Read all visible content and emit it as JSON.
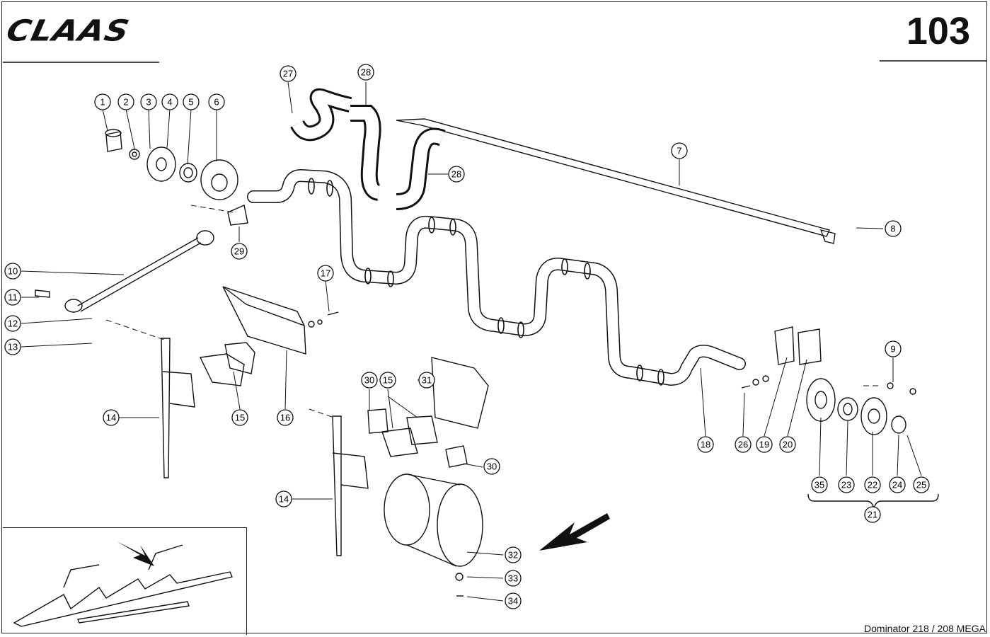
{
  "header": {
    "brand": "CLAAS",
    "page_number": "103"
  },
  "footer": {
    "model": "Dominator 218 / 208 MEGA"
  },
  "callouts": [
    "1",
    "2",
    "3",
    "4",
    "5",
    "6",
    "7",
    "8",
    "9",
    "10",
    "11",
    "12",
    "13",
    "14",
    "14",
    "15",
    "15",
    "16",
    "17",
    "18",
    "19",
    "20",
    "21",
    "22",
    "23",
    "24",
    "25",
    "26",
    "27",
    "28",
    "28",
    "29",
    "30",
    "30",
    "31",
    "32",
    "33",
    "34",
    "35"
  ],
  "icons": {
    "direction_arrow": "arrow-down-left-icon"
  }
}
